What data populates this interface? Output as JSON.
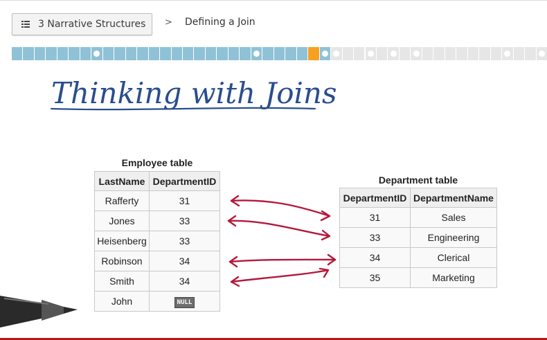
{
  "header": {
    "lesson_label": "3 Narrative Structures",
    "breadcrumb_separator": ">",
    "current_page": "Defining a Join"
  },
  "progress": {
    "colors": {
      "complete": "#8fc2d6",
      "current": "#f7a021",
      "upcoming": "#e6e6e6"
    },
    "segments": [
      {
        "state": "complete",
        "quiz": false
      },
      {
        "state": "complete",
        "quiz": false
      },
      {
        "state": "complete",
        "quiz": false
      },
      {
        "state": "complete",
        "quiz": false
      },
      {
        "state": "complete",
        "quiz": false
      },
      {
        "state": "complete",
        "quiz": false
      },
      {
        "state": "complete",
        "quiz": false
      },
      {
        "state": "complete",
        "quiz": true
      },
      {
        "state": "complete",
        "quiz": false
      },
      {
        "state": "complete",
        "quiz": false
      },
      {
        "state": "complete",
        "quiz": false
      },
      {
        "state": "complete",
        "quiz": false
      },
      {
        "state": "complete",
        "quiz": false
      },
      {
        "state": "complete",
        "quiz": false
      },
      {
        "state": "complete",
        "quiz": false
      },
      {
        "state": "complete",
        "quiz": false
      },
      {
        "state": "complete",
        "quiz": false
      },
      {
        "state": "complete",
        "quiz": false
      },
      {
        "state": "complete",
        "quiz": false
      },
      {
        "state": "complete",
        "quiz": false
      },
      {
        "state": "complete",
        "quiz": false
      },
      {
        "state": "complete",
        "quiz": true
      },
      {
        "state": "complete",
        "quiz": false
      },
      {
        "state": "complete",
        "quiz": false
      },
      {
        "state": "complete",
        "quiz": false
      },
      {
        "state": "complete",
        "quiz": false
      },
      {
        "state": "current",
        "quiz": false
      },
      {
        "state": "complete",
        "quiz": true
      },
      {
        "state": "upcoming",
        "quiz": true
      },
      {
        "state": "upcoming",
        "quiz": false
      },
      {
        "state": "upcoming",
        "quiz": false
      },
      {
        "state": "upcoming",
        "quiz": true
      },
      {
        "state": "upcoming",
        "quiz": false
      },
      {
        "state": "upcoming",
        "quiz": true
      },
      {
        "state": "upcoming",
        "quiz": false
      },
      {
        "state": "upcoming",
        "quiz": true
      },
      {
        "state": "upcoming",
        "quiz": false
      },
      {
        "state": "upcoming",
        "quiz": false
      },
      {
        "state": "upcoming",
        "quiz": false
      },
      {
        "state": "upcoming",
        "quiz": false
      },
      {
        "state": "upcoming",
        "quiz": false
      },
      {
        "state": "upcoming",
        "quiz": false
      },
      {
        "state": "upcoming",
        "quiz": false
      },
      {
        "state": "upcoming",
        "quiz": true
      },
      {
        "state": "upcoming",
        "quiz": false
      },
      {
        "state": "upcoming",
        "quiz": false
      },
      {
        "state": "upcoming",
        "quiz": true
      }
    ]
  },
  "video": {
    "handwritten_title": "Thinking with Joins",
    "employee_table": {
      "caption": "Employee table",
      "headers": [
        "LastName",
        "DepartmentID"
      ],
      "rows": [
        [
          "Rafferty",
          "31"
        ],
        [
          "Jones",
          "33"
        ],
        [
          "Heisenberg",
          "33"
        ],
        [
          "Robinson",
          "34"
        ],
        [
          "Smith",
          "34"
        ],
        [
          "John",
          "NULL"
        ]
      ]
    },
    "department_table": {
      "caption": "Department table",
      "headers": [
        "DepartmentID",
        "DepartmentName"
      ],
      "rows": [
        [
          "31",
          "Sales"
        ],
        [
          "33",
          "Engineering"
        ],
        [
          "34",
          "Clerical"
        ],
        [
          "35",
          "Marketing"
        ]
      ]
    },
    "ink_colors": {
      "title": "#2a4d8f",
      "arrows": "#b5183a",
      "timeline": "#b51a1a"
    }
  }
}
